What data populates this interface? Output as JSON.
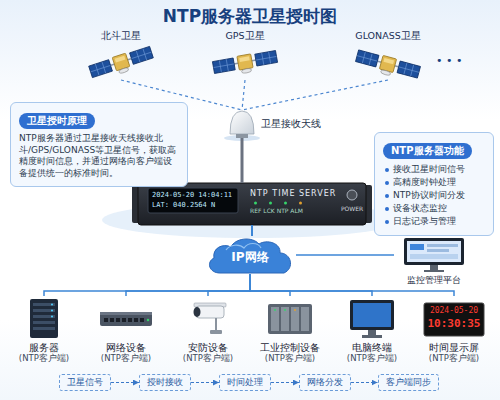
{
  "diagram": {
    "title": "NTP服务器卫星授时图",
    "nodes": [
      {
        "text": [
          "卫星授时原理",
          "NTP服务器通过卫星接收天线接收北斗/GPS/GLONASS等卫星信号，获取高精度时间信息，并通过网络向客户端设备提供统一的标准时间。"
        ]
      },
      {
        "text": [
          "北斗卫星"
        ]
      },
      {
        "text": [
          "GPS卫星"
        ]
      },
      {
        "text": [
          "GLONASS卫星"
        ]
      },
      {
        "text": [
          "卫星接收天线"
        ]
      },
      {
        "text": [
          "NTP TIME SERVER"
        ]
      },
      {
        "text": [
          "NTP服务器功能",
          "接收卫星时间信号",
          "高精度时钟处理",
          "NTP协议时间分发",
          "设备状态监控",
          "日志记录与管理"
        ]
      },
      {
        "text": [
          "IP网络"
        ]
      },
      {
        "text": [
          "监控管理平台"
        ]
      },
      {
        "text": [
          "服务器",
          "(NTP客户端)"
        ]
      },
      {
        "text": [
          "网络设备",
          "(NTP客户端)"
        ]
      },
      {
        "text": [
          "安防设备",
          "(NTP客户端)"
        ]
      },
      {
        "text": [
          "工业控制设备",
          "(NTP客户端)"
        ]
      },
      {
        "text": [
          "电脑终端",
          "(NTP客户端)"
        ]
      },
      {
        "text": [
          "时间显示屏",
          "(NTP客户端)"
        ]
      },
      {
        "text": [
          "卫星信号"
        ]
      },
      {
        "text": [
          "授时接收"
        ]
      },
      {
        "text": [
          "时间处理"
        ]
      },
      {
        "text": [
          "网络分发"
        ]
      },
      {
        "text": [
          "客户端同步"
        ]
      }
    ],
    "edges": [
      {
        "from": 1,
        "to": 4,
        "arrow": "none"
      },
      {
        "from": 2,
        "to": 4,
        "arrow": "none"
      },
      {
        "from": 3,
        "to": 4,
        "arrow": "none"
      },
      {
        "from": 4,
        "to": 5,
        "arrow": "none"
      },
      {
        "from": 5,
        "to": 7,
        "arrow": "none"
      },
      {
        "from": 7,
        "to": 8,
        "arrow": "none"
      },
      {
        "from": 7,
        "to": 9,
        "arrow": "none"
      },
      {
        "from": 7,
        "to": 10,
        "arrow": "none"
      },
      {
        "from": 7,
        "to": 11,
        "arrow": "none"
      },
      {
        "from": 7,
        "to": 12,
        "arrow": "none"
      },
      {
        "from": 7,
        "to": 13,
        "arrow": "none"
      },
      {
        "from": 7,
        "to": 14,
        "arrow": "none"
      },
      {
        "from": 15,
        "to": 16,
        "arrow": "to"
      },
      {
        "from": 16,
        "to": 17,
        "arrow": "to"
      },
      {
        "from": 17,
        "to": 18,
        "arrow": "to"
      },
      {
        "from": 18,
        "to": 19,
        "arrow": "to"
      }
    ],
    "labels": [
      "• • •",
      "2024-05-20 14:04:11",
      "LAT: 040.2564 N",
      "REF LCK NTP ALM",
      "POWER",
      "2024-05-20",
      "10:30:35"
    ]
  }
}
